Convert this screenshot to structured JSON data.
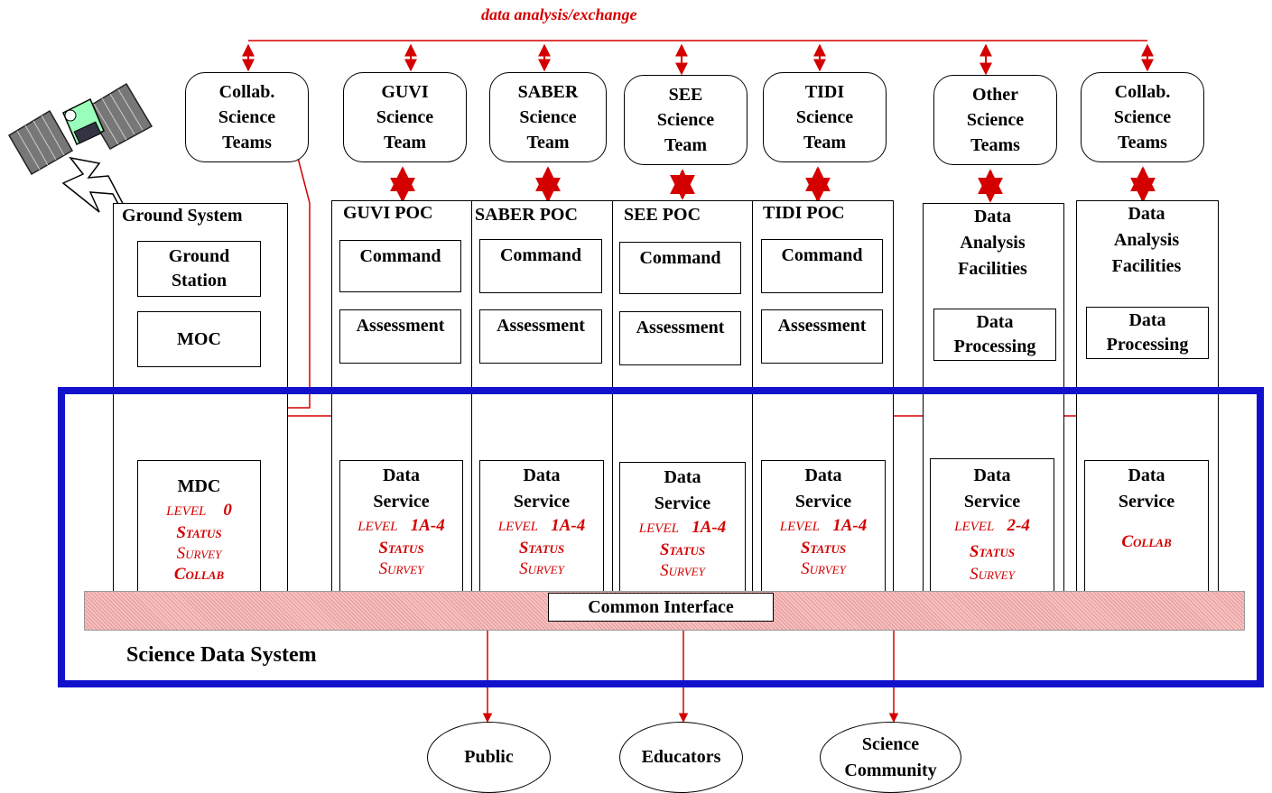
{
  "top_label": "data analysis/exchange",
  "teams": [
    {
      "lines": [
        "Collab.",
        "Science",
        "Teams"
      ]
    },
    {
      "lines": [
        "GUVI",
        "Science",
        "Team"
      ]
    },
    {
      "lines": [
        "SABER",
        "Science",
        "Team"
      ]
    },
    {
      "lines": [
        "SEE",
        "Science",
        "Team"
      ]
    },
    {
      "lines": [
        "TIDI",
        "Science",
        "Team"
      ]
    },
    {
      "lines": [
        "Other",
        "Science",
        "Teams"
      ]
    },
    {
      "lines": [
        "Collab.",
        "Science",
        "Teams"
      ]
    }
  ],
  "ground_system": {
    "title": "Ground System",
    "ground_station": [
      "Ground",
      "Station"
    ],
    "moc": "MOC",
    "mdc": {
      "title": "MDC",
      "level": "LEVEL",
      "level_value": "0",
      "status": "Status",
      "survey": "Survey",
      "collab": "Collab"
    }
  },
  "pocs": [
    {
      "title": "GUVI POC",
      "command": "Command",
      "assessment": "Assessment",
      "service": [
        "Data",
        "Service"
      ],
      "level": "LEVEL",
      "level_value": "1A-4",
      "status": "Status",
      "survey": "Survey"
    },
    {
      "title": "SABER POC",
      "command": "Command",
      "assessment": "Assessment",
      "service": [
        "Data",
        "Service"
      ],
      "level": "LEVEL",
      "level_value": "1A-4",
      "status": "Status",
      "survey": "Survey"
    },
    {
      "title": "SEE POC",
      "command": "Command",
      "assessment": "Assessment",
      "service": [
        "Data",
        "Service"
      ],
      "level": "LEVEL",
      "level_value": "1A-4",
      "status": "Status",
      "survey": "Survey"
    },
    {
      "title": "TIDI POC",
      "command": "Command",
      "assessment": "Assessment",
      "service": [
        "Data",
        "Service"
      ],
      "level": "LEVEL",
      "level_value": "1A-4",
      "status": "Status",
      "survey": "Survey"
    }
  ],
  "facilities": [
    {
      "title": [
        "Data",
        "Analysis",
        "Facilities"
      ],
      "processing": [
        "Data",
        "Processing"
      ],
      "service": [
        "Data",
        "Service"
      ],
      "level": "LEVEL",
      "level_value": "2-4",
      "status": "Status",
      "survey": "Survey"
    },
    {
      "title": [
        "Data",
        "Analysis",
        "Facilities"
      ],
      "processing": [
        "Data",
        "Processing"
      ],
      "service": [
        "Data",
        "Service"
      ],
      "collab": "Collab"
    }
  ],
  "common_interface": "Common Interface",
  "science_data_system": "Science Data System",
  "audiences": [
    {
      "lines": [
        "Public"
      ]
    },
    {
      "lines": [
        "Educators"
      ]
    },
    {
      "lines": [
        "Science",
        "Community"
      ]
    }
  ],
  "colors": {
    "link": "#d40000",
    "sds_border": "#1111cc",
    "bus": "#f6c2c2"
  }
}
